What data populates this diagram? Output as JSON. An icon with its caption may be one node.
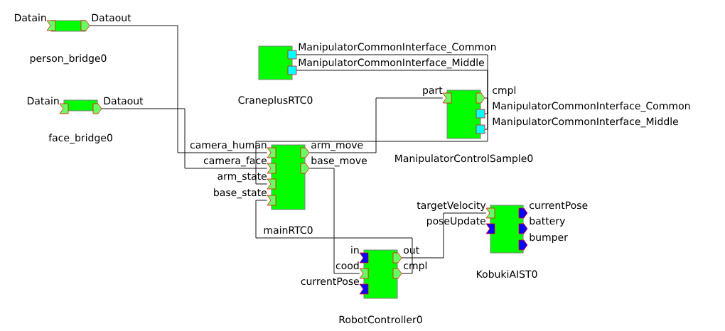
{
  "diagram": {
    "nodes": [
      {
        "text": [
          "person_bridge0"
        ]
      },
      {
        "text": [
          "Datain"
        ]
      },
      {
        "text": [
          "Dataout"
        ]
      },
      {
        "text": [
          "face_bridge0"
        ]
      },
      {
        "text": [
          "Datain"
        ]
      },
      {
        "text": [
          "Dataout"
        ]
      },
      {
        "text": [
          "CraneplusRTC0"
        ]
      },
      {
        "text": [
          "ManipulatorCommonInterface_Common"
        ]
      },
      {
        "text": [
          "ManipulatorCommonInterface_Middle"
        ]
      },
      {
        "text": [
          "ManipulatorControlSample0"
        ]
      },
      {
        "text": [
          "part"
        ]
      },
      {
        "text": [
          "cmpl"
        ]
      },
      {
        "text": [
          "ManipulatorCommonInterface_Common"
        ]
      },
      {
        "text": [
          "ManipulatorCommonInterface_Middle"
        ]
      },
      {
        "text": [
          "mainRTC0"
        ]
      },
      {
        "text": [
          "camera_human"
        ]
      },
      {
        "text": [
          "camera_face"
        ]
      },
      {
        "text": [
          "arm_state"
        ]
      },
      {
        "text": [
          "base_state"
        ]
      },
      {
        "text": [
          "arm_move"
        ]
      },
      {
        "text": [
          "base_move"
        ]
      },
      {
        "text": [
          "RobotController0"
        ]
      },
      {
        "text": [
          "in"
        ]
      },
      {
        "text": [
          "cood"
        ]
      },
      {
        "text": [
          "currentPose"
        ]
      },
      {
        "text": [
          "out"
        ]
      },
      {
        "text": [
          "cmpl"
        ]
      },
      {
        "text": [
          "KobukiAIST0"
        ]
      },
      {
        "text": [
          "targetVelocity"
        ]
      },
      {
        "text": [
          "poseUpdate"
        ]
      },
      {
        "text": [
          "currentPose"
        ]
      },
      {
        "text": [
          "battery"
        ]
      },
      {
        "text": [
          "bumper"
        ]
      }
    ],
    "edges": [
      {
        "from": 2,
        "to": 15,
        "arrow": "none"
      },
      {
        "from": 5,
        "to": 16,
        "arrow": "none"
      },
      {
        "from": 19,
        "to": 10,
        "arrow": "none"
      },
      {
        "from": 7,
        "to": 12,
        "arrow": "none"
      },
      {
        "from": 8,
        "to": 13,
        "arrow": "none"
      },
      {
        "from": 11,
        "to": 17,
        "arrow": "none"
      },
      {
        "from": 20,
        "to": 23,
        "arrow": "none"
      },
      {
        "from": 26,
        "to": 18,
        "arrow": "none"
      },
      {
        "from": 25,
        "to": 28,
        "arrow": "none"
      }
    ]
  }
}
